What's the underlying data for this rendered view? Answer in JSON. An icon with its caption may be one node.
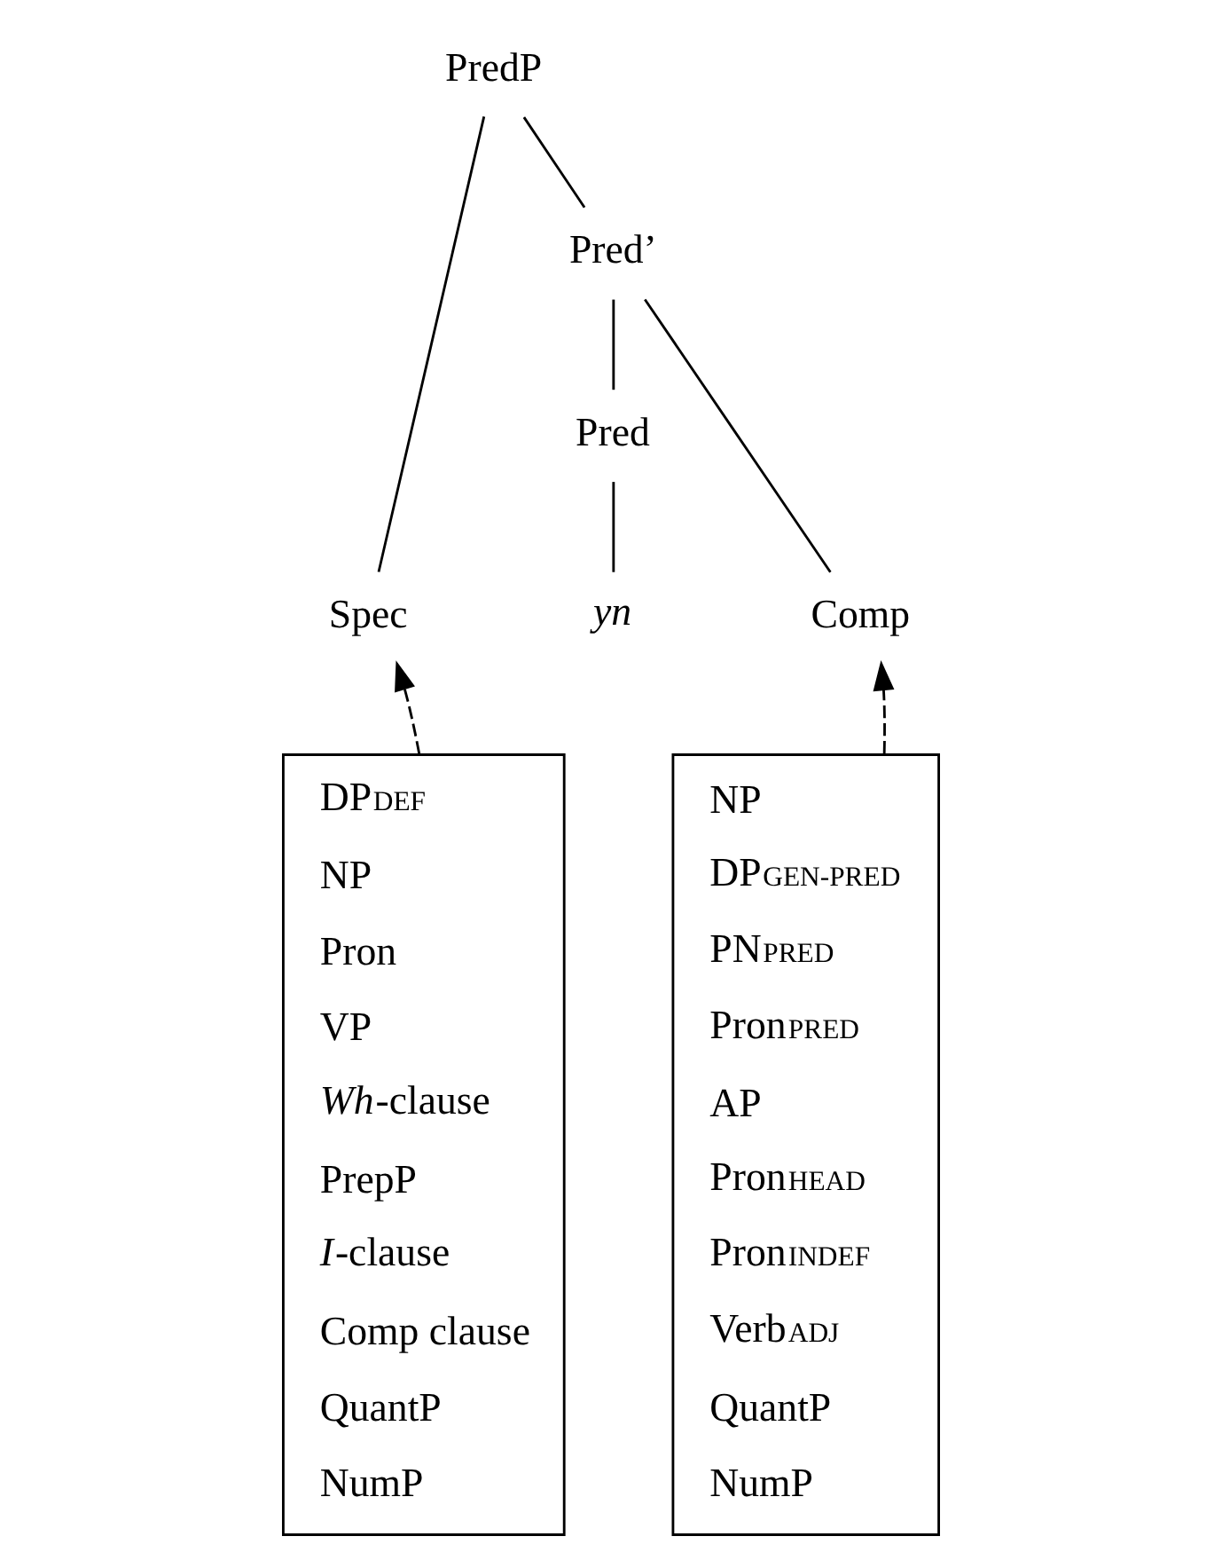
{
  "diagram": {
    "nodes": [
      {
        "text": [
          "PredP"
        ]
      },
      {
        "text": [
          "Spec"
        ]
      },
      {
        "text": [
          "Pred’"
        ]
      },
      {
        "text": [
          "Pred"
        ]
      },
      {
        "text": [
          "Comp"
        ]
      },
      {
        "text": [
          "*yn*"
        ]
      },
      {
        "text": [
          "DP$_{DEF}$",
          "NP",
          "Pron",
          "VP",
          "*Wh*-clause",
          "PrepP",
          "*I*-clause",
          "Comp clause",
          "QuantP",
          "NumP"
        ]
      },
      {
        "text": [
          "NP",
          "DP$_{GEN-PRED}$",
          "PN$_{PRED}$",
          "Pron$_{PRED}$",
          "AP",
          "Pron$_{HEAD}$",
          "Pron$_{INDEF}$",
          "Verb$_{ADJ}$",
          "QuantP",
          "NumP"
        ]
      }
    ],
    "edges": [
      {
        "from": 0,
        "to": 1,
        "arrow": "none"
      },
      {
        "from": 0,
        "to": 2,
        "arrow": "none"
      },
      {
        "from": 2,
        "to": 3,
        "arrow": "none"
      },
      {
        "from": 2,
        "to": 4,
        "arrow": "none"
      },
      {
        "from": 3,
        "to": 5,
        "arrow": "none"
      },
      {
        "from": 6,
        "to": 1,
        "arrow": "to",
        "style": "dashed"
      },
      {
        "from": 7,
        "to": 4,
        "arrow": "to",
        "style": "dashed"
      }
    ]
  }
}
